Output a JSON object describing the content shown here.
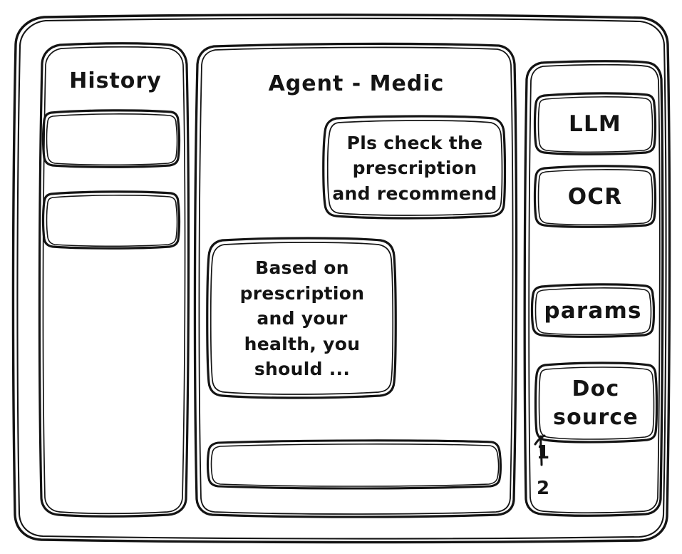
{
  "window": {
    "style": "hand-drawn-wireframe",
    "stroke_color": "#141414",
    "background_color": "#ffffff"
  },
  "sidebar_left": {
    "title": "History",
    "items": [
      {
        "label": ""
      },
      {
        "label": ""
      }
    ]
  },
  "main": {
    "title": "Agent - Medic",
    "messages": [
      {
        "role": "user",
        "text": "Pls check the\nprescription\nand recommend"
      },
      {
        "role": "assistant",
        "text": "Based on\nprescription\nand your\nhealth, you\nshould ..."
      }
    ],
    "composer": {
      "value": "",
      "placeholder": ""
    }
  },
  "sidebar_right": {
    "tools": [
      {
        "label": "LLM"
      },
      {
        "label": "OCR"
      },
      {
        "label": "params"
      },
      {
        "label": "Doc\nsource"
      }
    ],
    "doc_source_list": [
      {
        "label": "1"
      },
      {
        "label": "2"
      }
    ]
  }
}
